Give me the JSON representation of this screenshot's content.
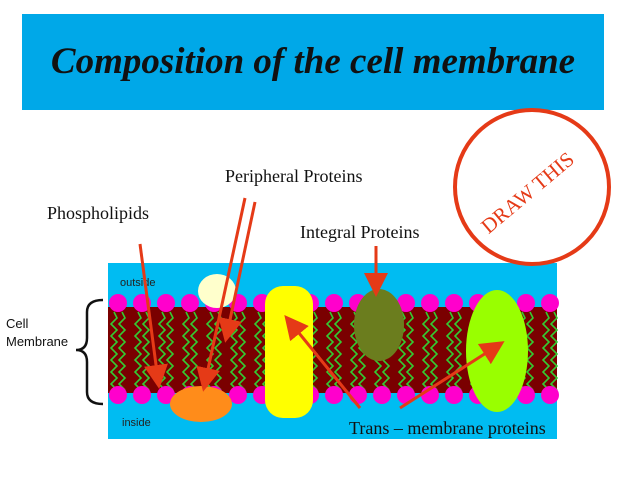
{
  "slide": {
    "title": "Composition of the cell membrane"
  },
  "labels": {
    "peripheral_proteins": "Peripheral Proteins",
    "phospholipids": "Phospholipids",
    "integral_proteins": "Integral Proteins",
    "trans_membrane_proteins": "Trans – membrane proteins",
    "cell_membrane_line1": "Cell",
    "cell_membrane_line2": "Membrane",
    "outside": "outside",
    "inside": "inside"
  },
  "annotation": {
    "stamp_text": "DRAW THIS"
  },
  "colors": {
    "title_bar": "#00a8e8",
    "membrane_background": "#00bcf2",
    "lipid_core": "#7a0000",
    "phospholipid_head": "#ff00cc",
    "lipid_tail": "#33cc33",
    "arrow": "#e53a17",
    "peripheral_top": "#ffffcc",
    "peripheral_bottom": "#ff8c1a",
    "transmembrane_yellow": "#ffff00",
    "integral_olive": "#6b7d1e",
    "transmembrane_green": "#99ff00"
  }
}
